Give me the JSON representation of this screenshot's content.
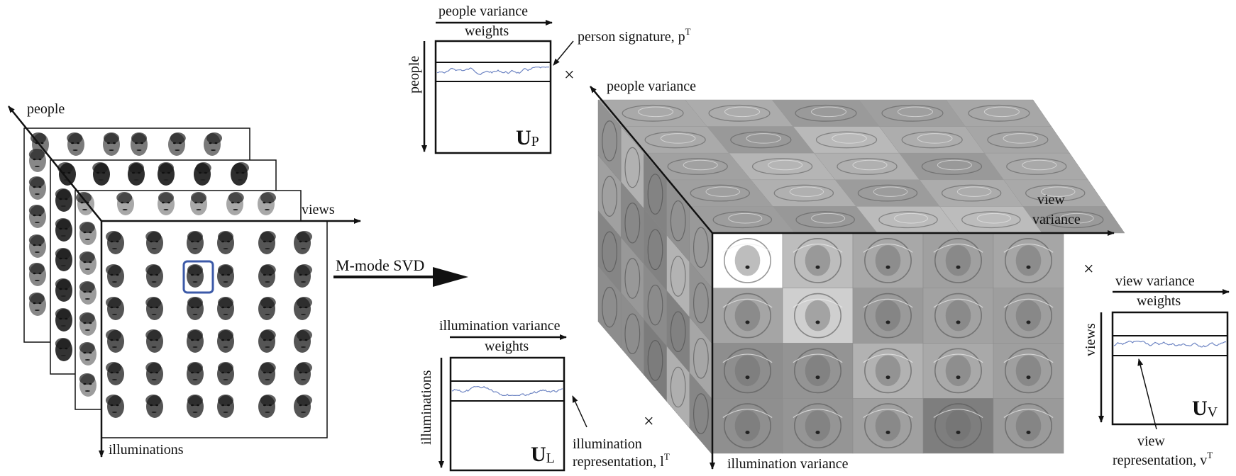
{
  "labels": {
    "people": "people",
    "views": "views",
    "illuminations": "illuminations",
    "svd": "M-mode SVD",
    "people_variance": "people variance",
    "view_variance_line1": "view",
    "view_variance_line2": "variance",
    "illumination_variance": "illumination variance",
    "times": "×"
  },
  "up_panel": {
    "header_line1": "people variance",
    "header_line2": "weights",
    "side": "people",
    "matrix_main": "U",
    "matrix_sub": "P",
    "callout_text": "person signature, p",
    "callout_sup": "T"
  },
  "ul_panel": {
    "header_line1": "illumination variance",
    "header_line2": "weights",
    "side": "illuminations",
    "matrix_main": "U",
    "matrix_sub": "L",
    "callout_line1": "illumination",
    "callout_line2": "representation, l",
    "callout_sup": "T"
  },
  "uv_panel": {
    "header_line1": "view variance",
    "header_line2": "weights",
    "side": "views",
    "matrix_main": "U",
    "matrix_sub": "V",
    "callout_line1": "view",
    "callout_line2": "representation, v",
    "callout_sup": "T"
  },
  "colors": {
    "ink": "#111111",
    "signal": "#6f86c4",
    "highlight": "#3c5aa8",
    "face_dark": "#2e2e2e",
    "face_mid": "#6a6a6a",
    "face_light": "#a8a8a8"
  }
}
